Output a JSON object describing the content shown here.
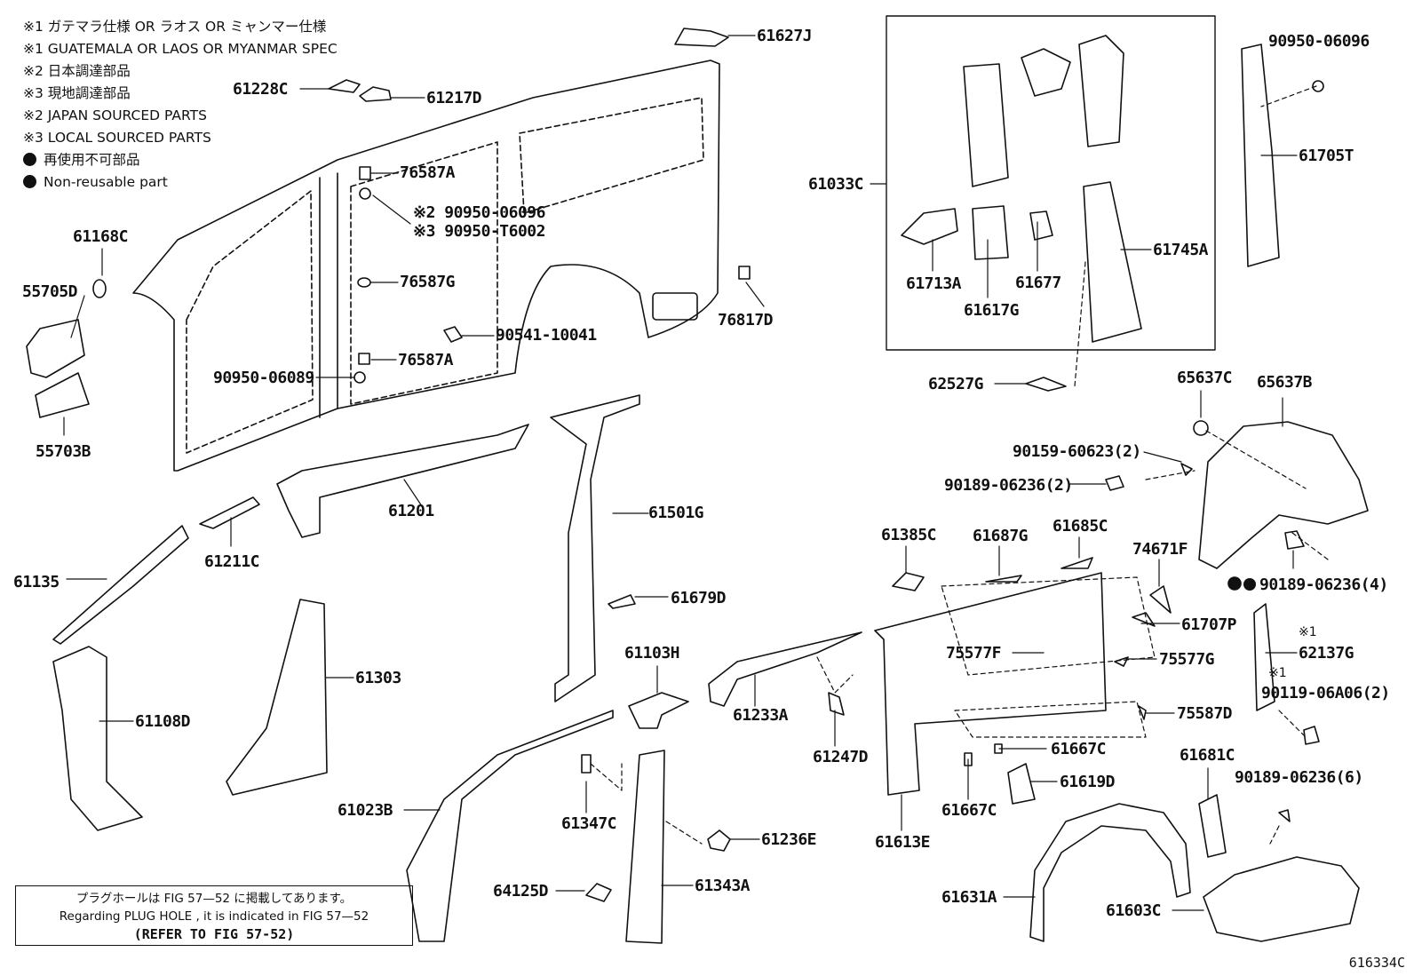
{
  "legend": {
    "line1": "※1 ガテマラ仕様 OR ラオス OR ミャンマー仕様",
    "line2": "※1 GUATEMALA OR LAOS OR MYANMAR SPEC",
    "line3": "※2  日本調達部品",
    "line4": "※3  現地調達部品",
    "line5": "※2  JAPAN SOURCED PARTS",
    "line6": "※3  LOCAL SOURCED PARTS",
    "line7": "再使用不可部品",
    "line8": "Non-reusable part"
  },
  "labels": {
    "p61627J": "61627J",
    "p61228C": "61228C",
    "p61217D": "61217D",
    "p76587A_1": "76587A",
    "p90950_06096_a": "※2 90950-06096",
    "p90950_T6002": "※3 90950-T6002",
    "p76587G": "76587G",
    "p76817D": "76817D",
    "p90541_10041": "90541-10041",
    "p76587A_2": "76587A",
    "p90950_06089": "90950-06089",
    "p61168C": "61168C",
    "p55705D": "55705D",
    "p55703B": "55703B",
    "p61201": "61201",
    "p61501G": "61501G",
    "p61211C": "61211C",
    "p61135": "61135",
    "p61679D": "61679D",
    "p61303": "61303",
    "p61108D": "61108D",
    "p61103H": "61103H",
    "p61233A": "61233A",
    "p61247D": "61247D",
    "p61023B": "61023B",
    "p61347C": "61347C",
    "p61236E": "61236E",
    "p64125D": "64125D",
    "p61343A": "61343A",
    "p61033C": "61033C",
    "p61713A": "61713A",
    "p61677": "61677",
    "p61617G": "61617G",
    "p61745A": "61745A",
    "p62527G": "62527G",
    "p90950_06096_b": "90950-06096",
    "p61705T": "61705T",
    "p65637C": "65637C",
    "p65637B": "65637B",
    "p90159_60623": "90159-60623(2)",
    "p90189_06236_2": "90189-06236(2)",
    "p90189_06236_4": "90189-06236(4)",
    "p61385C": "61385C",
    "p61687G": "61687G",
    "p61685C": "61685C",
    "p74671F": "74671F",
    "p61707P": "61707P",
    "p75577F": "75577F",
    "p75577G": "75577G",
    "p62137G": "62137G",
    "p90119_06A06": "90119-06A06(2)",
    "p75587D": "75587D",
    "p61667C_1": "61667C",
    "p61667C_2": "61667C",
    "p61619D": "61619D",
    "p61613E": "61613E",
    "p61681C": "61681C",
    "p90189_06236_6": "90189-06236(6)",
    "p61631A": "61631A",
    "p61603C": "61603C"
  },
  "marks": {
    "x1_a": "※1",
    "x1_b": "※1"
  },
  "note": {
    "line1": "プラグホールは FIG 57—52 に掲載してあります。",
    "line2": "Regarding  PLUG  HOLE , it is indicated in  FIG  57—52",
    "line3": "(REFER  TO  FIG  57-52)"
  },
  "figure_number": "616334C"
}
